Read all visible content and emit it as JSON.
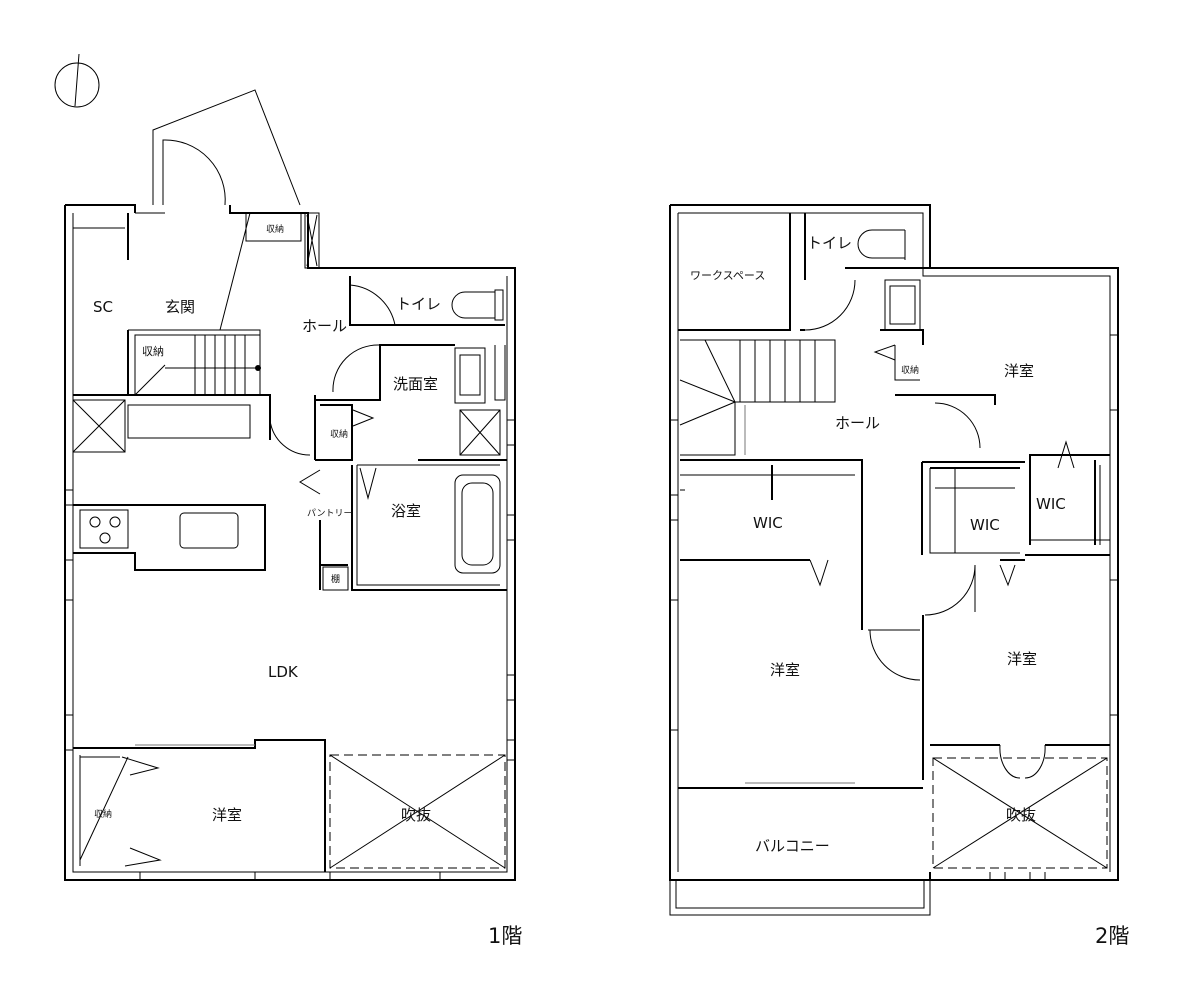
{
  "floor1": {
    "floor_label": "1階",
    "rooms": {
      "sc": "SC",
      "genkan": "玄関",
      "storage_stairs": "収納",
      "storage_entry": "収納",
      "hall": "ホール",
      "toilet": "トイレ",
      "washroom": "洗面室",
      "storage_wash": "収納",
      "pantry": "パントリー",
      "bath": "浴室",
      "shelf": "棚",
      "ldk": "LDK",
      "western_room": "洋室",
      "storage_western": "収納",
      "void": "吹抜"
    }
  },
  "floor2": {
    "floor_label": "2階",
    "rooms": {
      "workspace": "ワークスペース",
      "toilet": "トイレ",
      "storage": "収納",
      "hall": "ホール",
      "western_room_ne": "洋室",
      "wic_left": "WIC",
      "wic_center": "WIC",
      "wic_right": "WIC",
      "western_room_sw": "洋室",
      "western_room_se": "洋室",
      "balcony": "バルコニー",
      "void": "吹抜"
    }
  }
}
